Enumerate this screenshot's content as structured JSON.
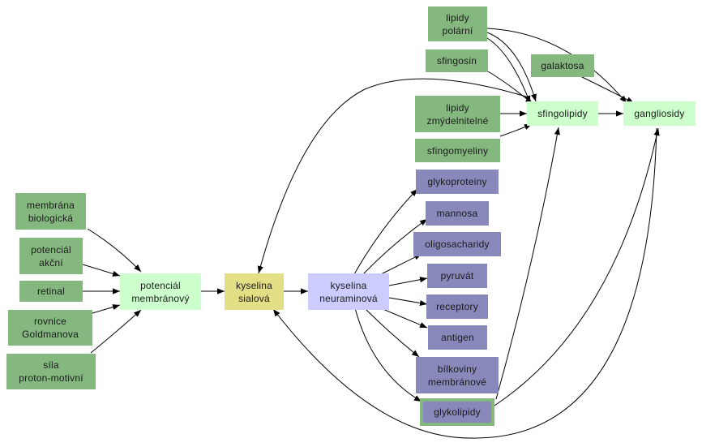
{
  "nodes": {
    "membrana": "membrána\nbiologická",
    "potencial_akcni": "potenciál\nakční",
    "retinal": "retinal",
    "rovnice": "rovnice\nGoldmanova",
    "sila": "síla\nproton-motivní",
    "potencial_membranovy": "potenciál\nmembránový",
    "kyselina_sialova": "kyselina\nsialová",
    "kyselina_neuraminova": "kyselina\nneuraminová",
    "lipidy_polarni": "lipidy\npolární",
    "sfingosin": "sfingosin",
    "lipidy_zmydelnitelne": "lipidy\nzmýdelnitelné",
    "sfingomyeliny": "sfingomyeliny",
    "galaktosa": "galaktosa",
    "sfingolipidy": "sfingolipidy",
    "gangliosidy": "gangliosidy",
    "glykoproteiny": "glykoproteiny",
    "mannosa": "mannosa",
    "oligosacharidy": "oligosacharidy",
    "pyruvat": "pyruvát",
    "receptory": "receptory",
    "antigen": "antigen",
    "bilkoviny": "bílkoviny\nmembránové",
    "glykolipidy": "glykolipidy"
  },
  "colors": {
    "concept_green": "#84b87f",
    "light_green": "#ccffcc",
    "yellow": "#e3df86",
    "light_blue": "#ccccff",
    "purple": "#8888bb",
    "edge": "#000000"
  }
}
